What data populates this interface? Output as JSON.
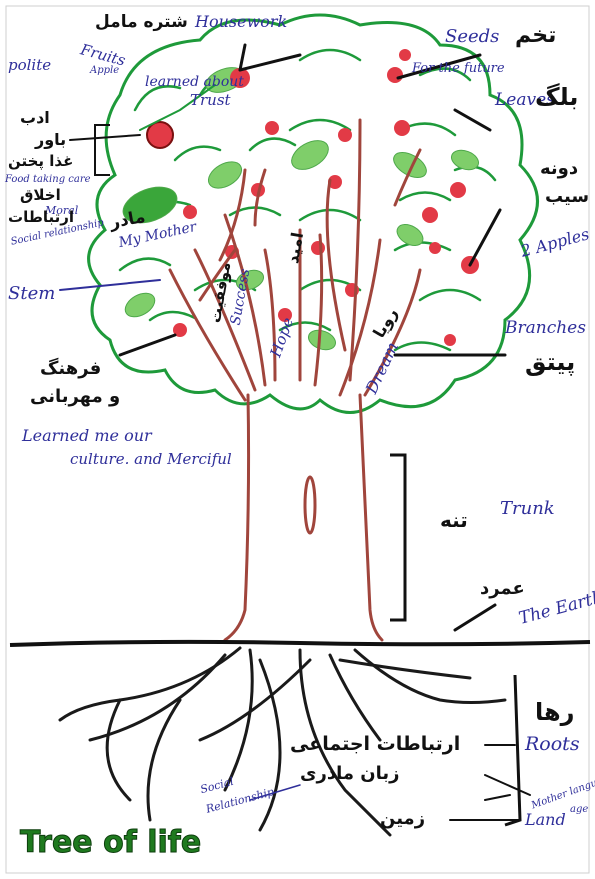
{
  "title": "Tree of life",
  "english": {
    "housework": "Housework",
    "polite": "polite",
    "fruits": "Fruits",
    "fruits_sub": "Apple",
    "learned_about": "learned about",
    "trust": "Trust",
    "seeds": "Seeds",
    "seeds_sub": "For the future",
    "leaves": "Leaves",
    "food": "Food taking care",
    "moral": "Moral",
    "social": "Social relationship",
    "my_mother": "My Mother",
    "two_apples": "2 Apples",
    "stem": "Stem",
    "success": "Success",
    "hope": "Hope",
    "dream": "Dream",
    "branches": "Branches",
    "culture_1": "Learned me our",
    "culture_2": "culture. and Merciful",
    "trunk": "Trunk",
    "earth": "The Earth",
    "roots": "Roots",
    "social_roots_1": "Social",
    "social_roots_2": "Relationship",
    "mother_language_1": "Mother langu",
    "mother_language_2": "age",
    "land": "Land"
  },
  "farsi": {
    "housework": "شتره مامل",
    "seeds": "تخم",
    "leaves": "بلگ",
    "two_apples_1": "دونه",
    "two_apples_2": "سیب",
    "branches": "پیتق",
    "trunk": "تنه",
    "earth": "عمرد",
    "roots": "رها",
    "polite": "ادب",
    "trust": "باور",
    "food": "غذا پختن",
    "moral": "اخلاق",
    "social": "ارتباطات",
    "mother": "مادر",
    "success": "موفقیت",
    "hope": "امید",
    "dream": "رویا",
    "culture_1": "فرهنگ",
    "culture_2": "و مهربانی",
    "roots_1": "ارتباطات اجتماعی",
    "roots_2": "زبان مادری",
    "roots_3": "زمین"
  }
}
